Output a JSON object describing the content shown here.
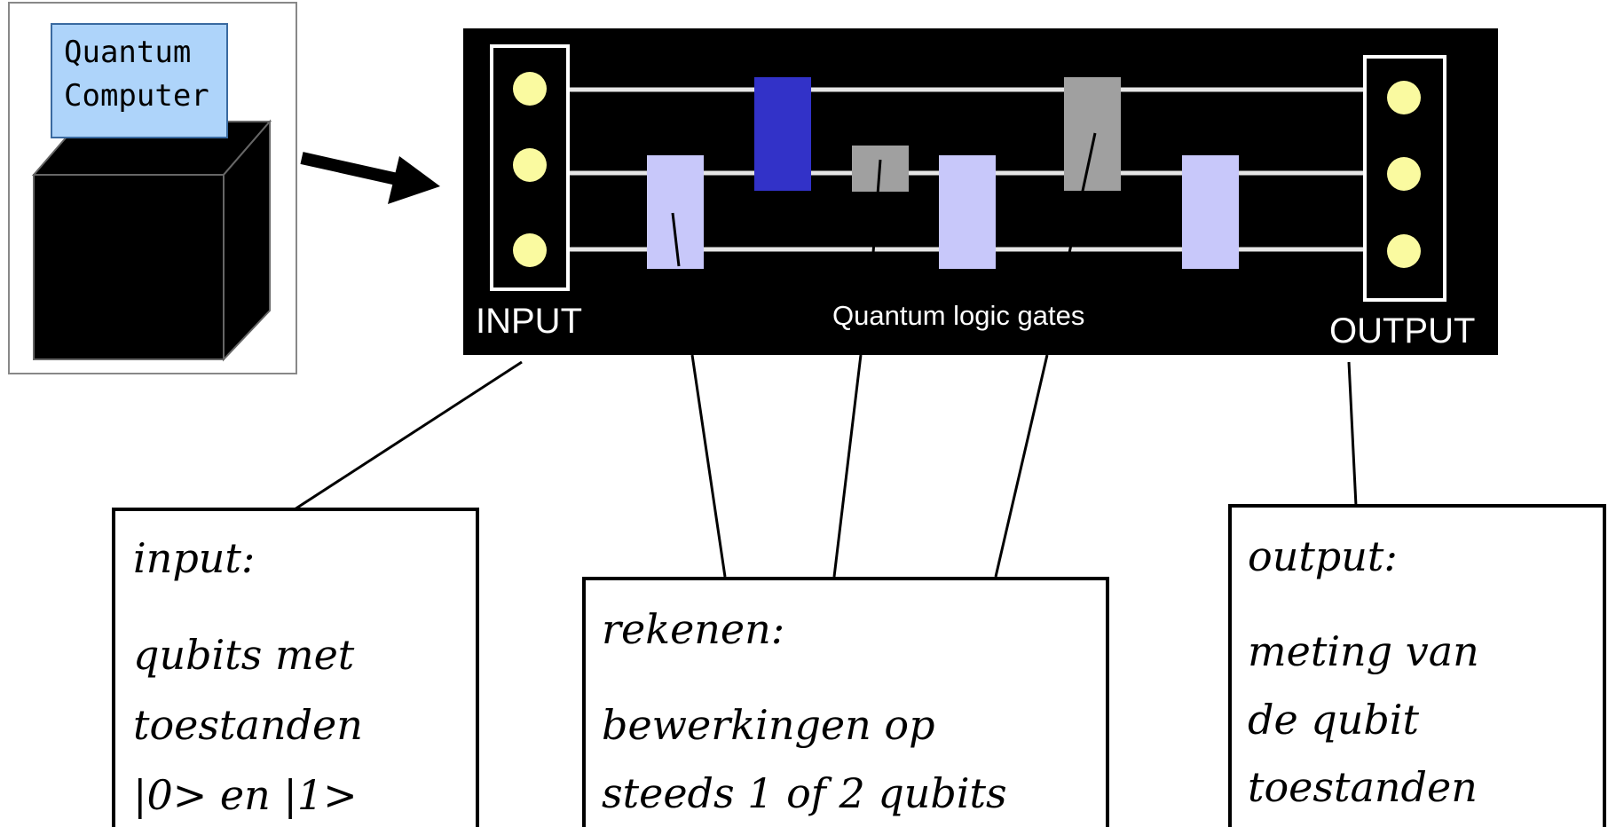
{
  "computer": {
    "sign_line1": "Quantum",
    "sign_line2": "Computer",
    "colors": {
      "sign_bg": "#aed4fa",
      "cube": "#000000",
      "pins": "#e8e070"
    }
  },
  "circuit": {
    "input_label": "INPUT",
    "output_label": "OUTPUT",
    "gates_label": "Quantum logic gates",
    "colors": {
      "panel": "#000000",
      "qubit": "#fafaa0",
      "wire": "#e6e6e6",
      "gate_light": "#c8c8fa",
      "gate_blue": "#3232c8",
      "gate_gray": "#a0a0a0"
    }
  },
  "callouts": {
    "input": {
      "title": "input:",
      "lines": [
        "qubits met",
        "toestanden",
        "|0> en |1>"
      ]
    },
    "compute": {
      "title": "rekenen:",
      "lines": [
        "bewerkingen op",
        "steeds 1 of 2 qubits"
      ]
    },
    "output": {
      "title": "output:",
      "lines": [
        "meting van",
        "de qubit",
        "toestanden"
      ]
    }
  }
}
